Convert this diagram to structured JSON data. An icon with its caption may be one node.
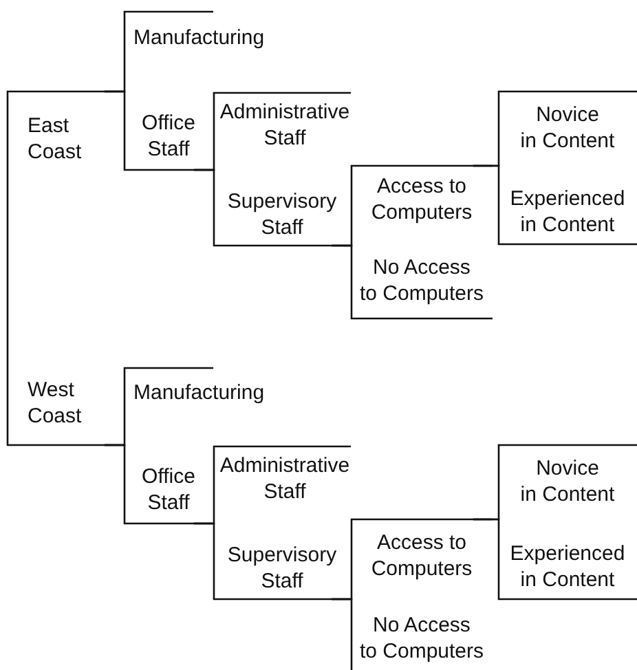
{
  "diagram": {
    "nodes": [
      {
        "text": [
          "East Coast"
        ]
      },
      {
        "text": [
          "Manufacturing"
        ]
      },
      {
        "text": [
          "Office Staff"
        ]
      },
      {
        "text": [
          "Administrative Staff"
        ]
      },
      {
        "text": [
          "Supervisory Staff"
        ]
      },
      {
        "text": [
          "Access to Computers"
        ]
      },
      {
        "text": [
          "No Access to Computers"
        ]
      },
      {
        "text": [
          "Novice in Content"
        ]
      },
      {
        "text": [
          "Experienced in Content"
        ]
      },
      {
        "text": [
          "West Coast"
        ]
      },
      {
        "text": [
          "Manufacturing"
        ]
      },
      {
        "text": [
          "Office Staff"
        ]
      },
      {
        "text": [
          "Administrative Staff"
        ]
      },
      {
        "text": [
          "Supervisory Staff"
        ]
      },
      {
        "text": [
          "Access to Computers"
        ]
      },
      {
        "text": [
          "No Access to Computers"
        ]
      },
      {
        "text": [
          "Novice in Content"
        ]
      },
      {
        "text": [
          "Experienced in Content"
        ]
      }
    ],
    "edges": [
      {
        "from": 0,
        "to": 1,
        "arrow": "none"
      },
      {
        "from": 0,
        "to": 2,
        "arrow": "none"
      },
      {
        "from": 2,
        "to": 3,
        "arrow": "none"
      },
      {
        "from": 2,
        "to": 4,
        "arrow": "none"
      },
      {
        "from": 4,
        "to": 5,
        "arrow": "none"
      },
      {
        "from": 4,
        "to": 6,
        "arrow": "none"
      },
      {
        "from": 5,
        "to": 7,
        "arrow": "none"
      },
      {
        "from": 5,
        "to": 8,
        "arrow": "none"
      },
      {
        "from": 9,
        "to": 10,
        "arrow": "none"
      },
      {
        "from": 9,
        "to": 11,
        "arrow": "none"
      },
      {
        "from": 11,
        "to": 12,
        "arrow": "none"
      },
      {
        "from": 11,
        "to": 13,
        "arrow": "none"
      },
      {
        "from": 13,
        "to": 14,
        "arrow": "none"
      },
      {
        "from": 13,
        "to": 15,
        "arrow": "none"
      },
      {
        "from": 14,
        "to": 16,
        "arrow": "none"
      },
      {
        "from": 14,
        "to": 17,
        "arrow": "none"
      }
    ]
  }
}
